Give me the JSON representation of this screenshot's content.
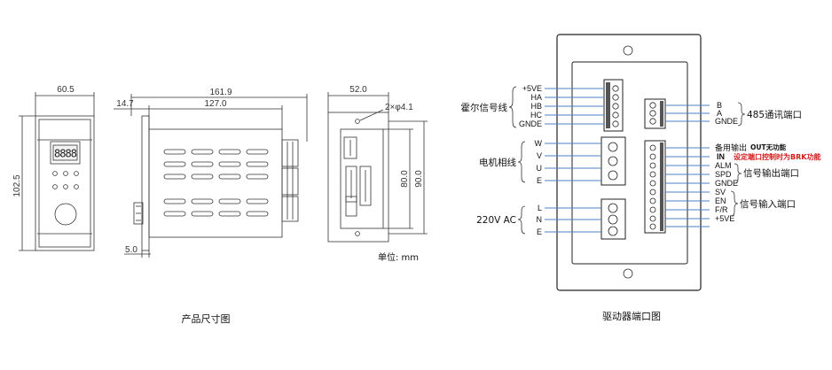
{
  "product_drawing": {
    "caption": "产品尺寸图",
    "unit_label": "单位: mm",
    "dims": {
      "front_width": "60.5",
      "front_height": "102.5",
      "front_bottom_offset": "5.0",
      "side_total": "161.9",
      "side_body": "127.0",
      "side_flange": "14.7",
      "rear_width": "52.0",
      "rear_height_inner": "80.0",
      "rear_height_outer": "90.0",
      "hole_spec": "2×φ4.1"
    },
    "display_digits": "8888"
  },
  "port_drawing": {
    "caption": "驱动器端口图",
    "hall_group_label": "霍尔信号线",
    "hall_pins": [
      "+5VE",
      "HA",
      "HB",
      "HC",
      "GNDE"
    ],
    "motor_group_label": "电机相线",
    "motor_pins": [
      "W",
      "V",
      "U",
      "E"
    ],
    "power_group_label": "220V AC",
    "power_pins": [
      "L",
      "N",
      "E"
    ],
    "rs485_pins": [
      "B",
      "A",
      "GNDE"
    ],
    "rs485_label": "485通讯端口",
    "spare_out_label": "备用输出",
    "spare_out_note": "OUT无功能",
    "spare_in_label": "IN",
    "spare_in_note": "设定端口控制时为BRK功能",
    "signal_out_pins": [
      "ALM",
      "SPD",
      "GNDE"
    ],
    "signal_out_label": "信号输出端口",
    "signal_in_pins": [
      "SV",
      "EN",
      "F/R",
      "+5VE"
    ],
    "signal_in_label": "信号输入端口"
  }
}
